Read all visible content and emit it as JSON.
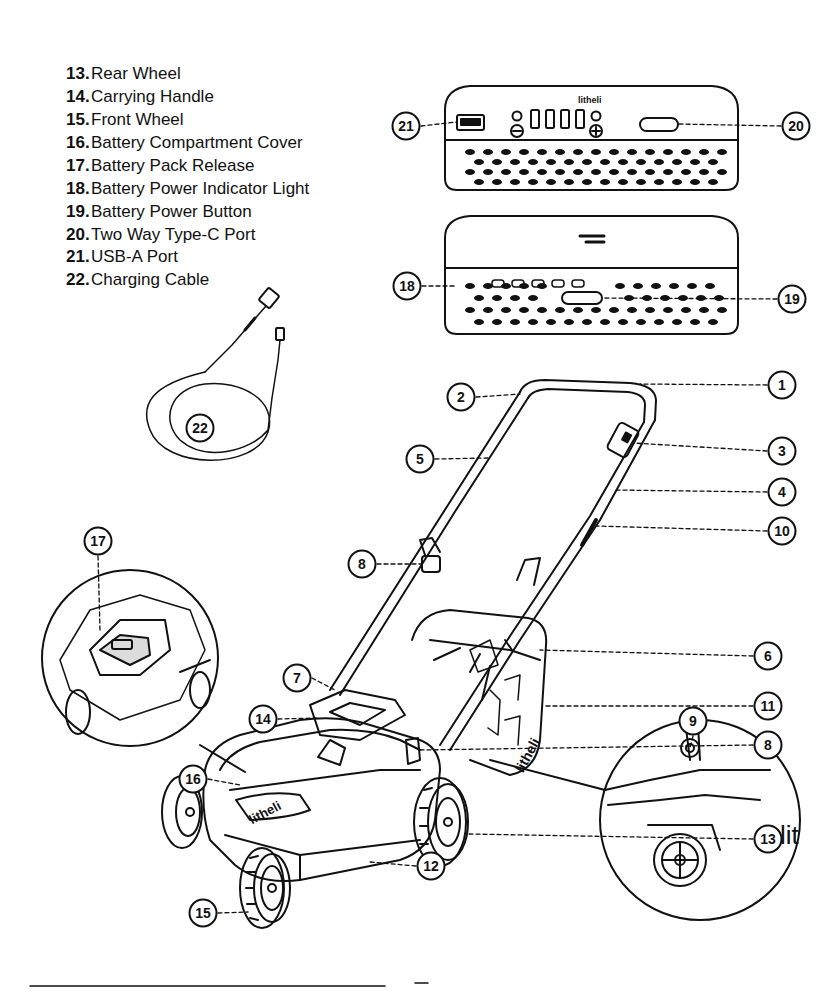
{
  "diagram": {
    "nodes": [
      {
        "text": [
          "21"
        ]
      },
      {
        "text": [
          "20"
        ]
      },
      {
        "text": [
          "18"
        ]
      },
      {
        "text": [
          "19"
        ]
      },
      {
        "text": [
          "2"
        ]
      },
      {
        "text": [
          "1"
        ]
      },
      {
        "text": [
          "22"
        ]
      },
      {
        "text": [
          "3"
        ]
      },
      {
        "text": [
          "5"
        ]
      },
      {
        "text": [
          "4"
        ]
      },
      {
        "text": [
          "10"
        ]
      },
      {
        "text": [
          "17"
        ]
      },
      {
        "text": [
          "8"
        ]
      },
      {
        "text": [
          "6"
        ]
      },
      {
        "text": [
          "7"
        ]
      },
      {
        "text": [
          "11"
        ]
      },
      {
        "text": [
          "14"
        ]
      },
      {
        "text": [
          "9"
        ]
      },
      {
        "text": [
          "8"
        ]
      },
      {
        "text": [
          "16"
        ]
      },
      {
        "text": [
          "13"
        ]
      },
      {
        "text": [
          "12"
        ]
      },
      {
        "text": [
          "15"
        ]
      }
    ],
    "labels": [
      "13.",
      "Rear Wheel",
      "14.",
      "Carrying Handle",
      "15.",
      "Front Wheel",
      "16.",
      "Battery Compartment Cover",
      "17.",
      "Battery Pack Release",
      "18.",
      "Battery Power Indicator Light",
      "19.",
      "Battery Power Button",
      "20.",
      "Two Way Type-C Port",
      "21.",
      "USB-A Port",
      "22.",
      "Charging Cable",
      "litheli",
      "litheli",
      "litheli",
      "lit"
    ]
  }
}
